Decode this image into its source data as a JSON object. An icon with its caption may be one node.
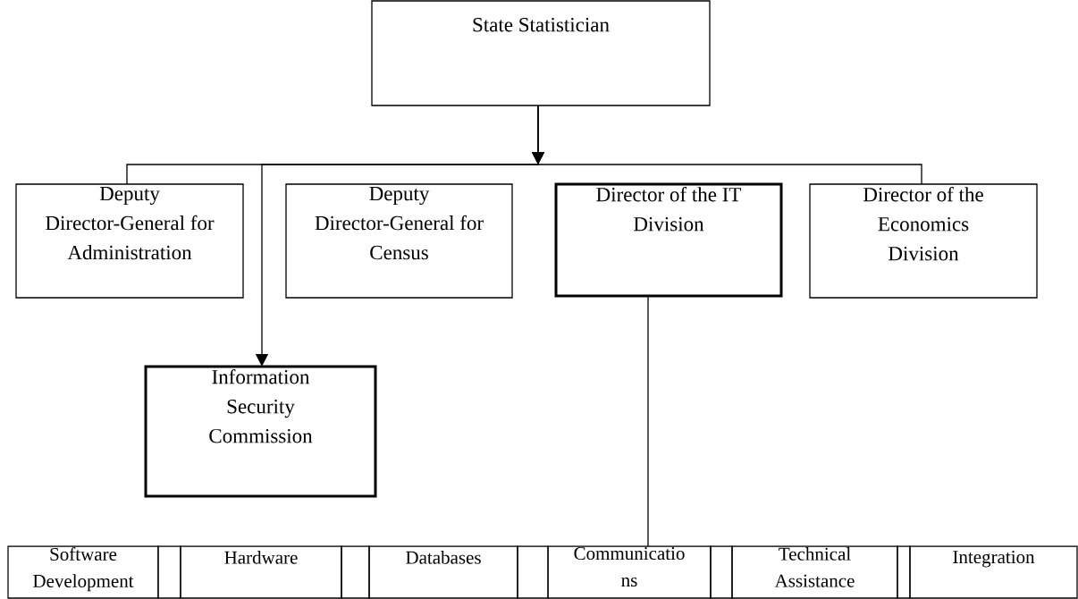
{
  "diagram": {
    "nodes": [
      {
        "text": [
          "State Statistician"
        ]
      },
      {
        "text": [
          "Deputy Director-General for Administration"
        ]
      },
      {
        "text": [
          "Deputy Director-General for Census"
        ]
      },
      {
        "text": [
          "Director of the IT Division"
        ]
      },
      {
        "text": [
          "Director of the Economics Division"
        ]
      },
      {
        "text": [
          "Information Security Commission"
        ]
      },
      {
        "text": [
          "Software Development"
        ]
      },
      {
        "text": [],
        "shape": "box"
      },
      {
        "text": [
          "Hardware"
        ]
      },
      {
        "text": [],
        "shape": "box"
      },
      {
        "text": [
          "Databases"
        ]
      },
      {
        "text": [],
        "shape": "box"
      },
      {
        "text": [
          "Communicatio ns"
        ]
      },
      {
        "text": [],
        "shape": "box"
      },
      {
        "text": [
          "Technical Assistance"
        ]
      },
      {
        "text": [],
        "shape": "box"
      },
      {
        "text": [
          "Integration"
        ]
      }
    ],
    "edges": [
      {
        "from": 0,
        "to": 1,
        "arrow": "to"
      },
      {
        "from": 0,
        "to": 5,
        "arrow": "to"
      },
      {
        "from": 0,
        "to": 4,
        "arrow": "to"
      },
      {
        "from": 3,
        "to": 12,
        "arrow": "none"
      }
    ]
  }
}
